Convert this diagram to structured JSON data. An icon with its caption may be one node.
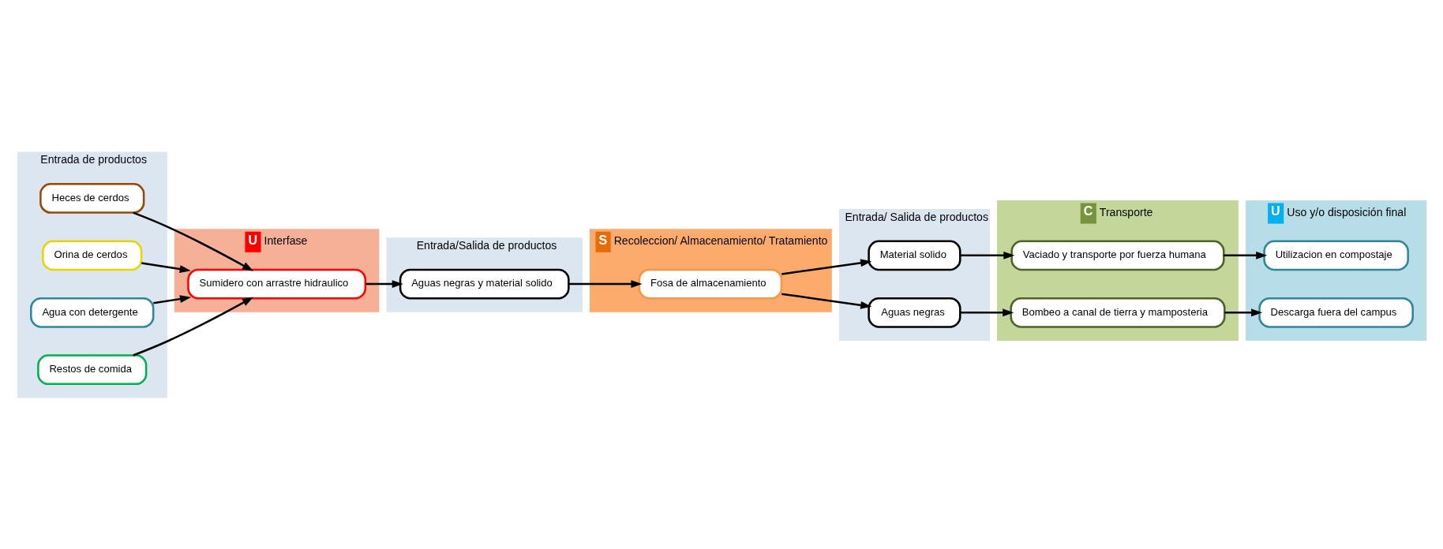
{
  "diagram": {
    "nodes": [
      {
        "text": [
          "Entrada de productos"
        ]
      },
      {
        "text": [
          "Heces de cerdos"
        ],
        "in": 0
      },
      {
        "text": [
          "Orina de cerdos"
        ],
        "in": 0
      },
      {
        "text": [
          "Agua con detergente"
        ],
        "in": 0
      },
      {
        "text": [
          "Restos de comida"
        ],
        "in": 0
      },
      {
        "text": [
          "U",
          "Interfase"
        ]
      },
      {
        "text": [
          "Sumidero con arrastre hidraulico"
        ],
        "in": 5
      },
      {
        "text": [
          "Entrada/Salida de productos"
        ]
      },
      {
        "text": [
          "Aguas negras y material solido"
        ],
        "in": 7
      },
      {
        "text": [
          "S",
          "Recoleccion/ Almacenamiento/ Tratamiento"
        ]
      },
      {
        "text": [
          "Fosa de almacenamiento"
        ],
        "in": 9
      },
      {
        "text": [
          "Entrada/ Salida de productos"
        ]
      },
      {
        "text": [
          "Material solido"
        ],
        "in": 11
      },
      {
        "text": [
          "Aguas negras"
        ],
        "in": 11
      },
      {
        "text": [
          "C",
          "Transporte"
        ]
      },
      {
        "text": [
          "Vaciado y transporte por fuerza humana"
        ],
        "in": 14
      },
      {
        "text": [
          "Bombeo a canal de tierra y mamposteria"
        ],
        "in": 14
      },
      {
        "text": [
          "U",
          "Uso y/o disposición final"
        ]
      },
      {
        "text": [
          "Utilizacion en compostaje"
        ],
        "in": 17
      },
      {
        "text": [
          "Descarga fuera del campus"
        ],
        "in": 17
      }
    ],
    "edges": [
      {
        "from": 1,
        "to": 6,
        "arrow": "to"
      },
      {
        "from": 2,
        "to": 6,
        "arrow": "to"
      },
      {
        "from": 3,
        "to": 6,
        "arrow": "to"
      },
      {
        "from": 4,
        "to": 6,
        "arrow": "to"
      },
      {
        "from": 6,
        "to": 8,
        "arrow": "to"
      },
      {
        "from": 8,
        "to": 10,
        "arrow": "to"
      },
      {
        "from": 10,
        "to": 12,
        "arrow": "to"
      },
      {
        "from": 10,
        "to": 13,
        "arrow": "to"
      },
      {
        "from": 12,
        "to": 15,
        "arrow": "to"
      },
      {
        "from": 13,
        "to": 16,
        "arrow": "to"
      },
      {
        "from": 15,
        "to": 18,
        "arrow": "to"
      },
      {
        "from": 16,
        "to": 19,
        "arrow": "to"
      }
    ]
  }
}
